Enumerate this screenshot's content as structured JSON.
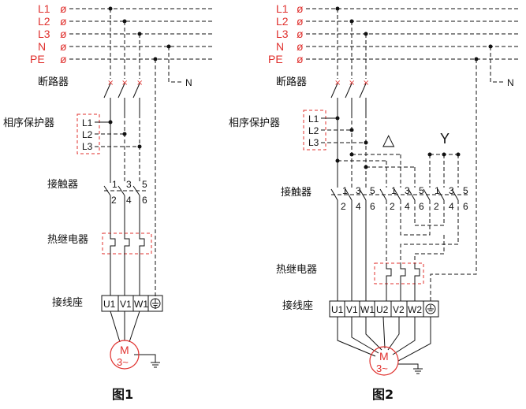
{
  "bus": {
    "phases": [
      "L1",
      "L2",
      "L3",
      "N",
      "PE"
    ],
    "terminal_symbol": "ø",
    "neutral_tap": "N"
  },
  "sections": {
    "breaker": "断路器",
    "phase_relay": "相序保护器",
    "contactor": "接触器",
    "thermal_relay": "热继电器",
    "terminal_block": "接线座"
  },
  "relay_terminals": [
    "L1",
    "L2",
    "L3"
  ],
  "contactor_terminals": {
    "top": [
      "1",
      "3",
      "5"
    ],
    "bottom": [
      "2",
      "4",
      "6"
    ]
  },
  "fig1": {
    "terminals": [
      "U1",
      "V1",
      "W1"
    ],
    "caption": "图1"
  },
  "fig2": {
    "terminals": [
      "U1",
      "V1",
      "W1",
      "U2",
      "V2",
      "W2"
    ],
    "delta_symbol": "△",
    "star_symbol": "Y",
    "caption": "图2"
  },
  "motor": {
    "label": "M",
    "sublabel": "3~"
  },
  "colors": {
    "accent": "#e0312e",
    "line": "#111111"
  }
}
